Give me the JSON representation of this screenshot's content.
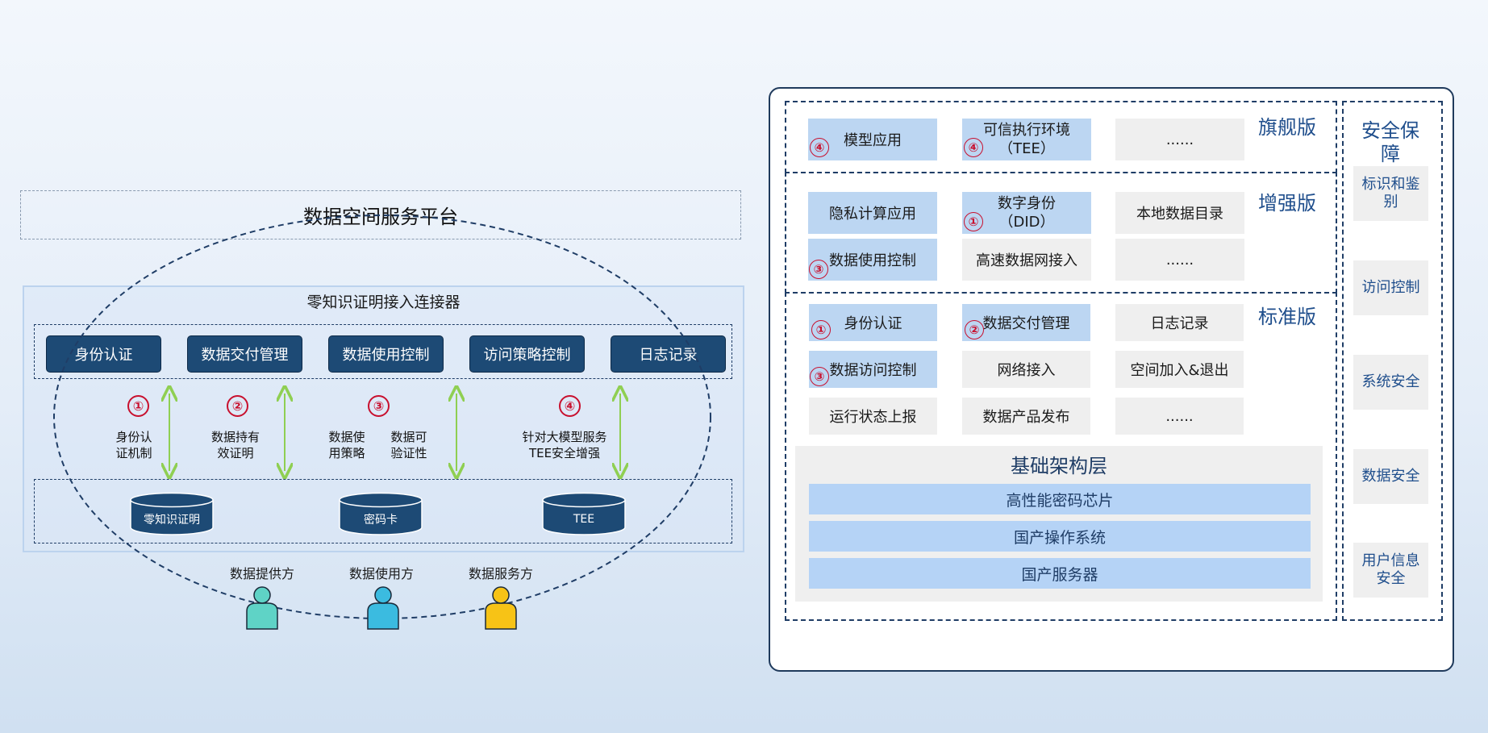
{
  "left": {
    "platform_title": "数据空间服务平台",
    "connector_title": "零知识证明接入连接器",
    "functions": [
      "身份认证",
      "数据交付管理",
      "数据使用控制",
      "访问策略控制",
      "日志记录"
    ],
    "numbers": [
      "①",
      "②",
      "③",
      "④"
    ],
    "mechanisms": [
      [
        "身份认",
        "证机制"
      ],
      [
        "数据持有",
        "效证明"
      ],
      [
        "数据使",
        "用策略"
      ],
      [
        "数据可",
        "验证性"
      ],
      [
        "针对大模型服务",
        "TEE安全增强"
      ]
    ],
    "storage": [
      "零知识证明",
      "密码卡",
      "TEE"
    ],
    "roles": [
      "数据提供方",
      "数据使用方",
      "数据服务方"
    ],
    "role_colors": [
      "#5fd3c6",
      "#3bbbe0",
      "#f7c316"
    ]
  },
  "right": {
    "tiers": {
      "flagship": "旗舰版",
      "enhanced": "增强版",
      "standard": "标准版"
    },
    "flagship_cells": [
      {
        "num": "④",
        "text": "模型应用"
      },
      {
        "num": "④",
        "line1": "可信执行环境",
        "line2": "（TEE）"
      },
      {
        "text": "......"
      }
    ],
    "enhanced_cells": [
      {
        "text": "隐私计算应用"
      },
      {
        "num": "①",
        "line1": "数字身份",
        "line2": "（DID）"
      },
      {
        "text": "本地数据目录"
      },
      {
        "num": "③",
        "text": "数据使用控制"
      },
      {
        "text": "高速数据网接入"
      },
      {
        "text": "......"
      }
    ],
    "standard_cells": [
      {
        "num": "①",
        "text": "身份认证"
      },
      {
        "num": "②",
        "text": "数据交付管理"
      },
      {
        "text": "日志记录"
      },
      {
        "num": "③",
        "text": "数据访问控制"
      },
      {
        "text": "网络接入"
      },
      {
        "text": "空间加入&退出"
      },
      {
        "text": "运行状态上报"
      },
      {
        "text": "数据产品发布"
      },
      {
        "text": "......"
      }
    ],
    "infra": {
      "title": "基础架构层",
      "bars": [
        "高性能密码芯片",
        "国产操作系统",
        "国产服务器"
      ]
    },
    "security": {
      "title_line1": "安全保",
      "title_line2": "障",
      "items": [
        {
          "line1": "标识和鉴",
          "line2": "别"
        },
        {
          "line1": "访问控制"
        },
        {
          "line1": "系统安全"
        },
        {
          "line1": "数据安全"
        },
        {
          "line1": "用户信息",
          "line2": "安全"
        }
      ]
    }
  }
}
